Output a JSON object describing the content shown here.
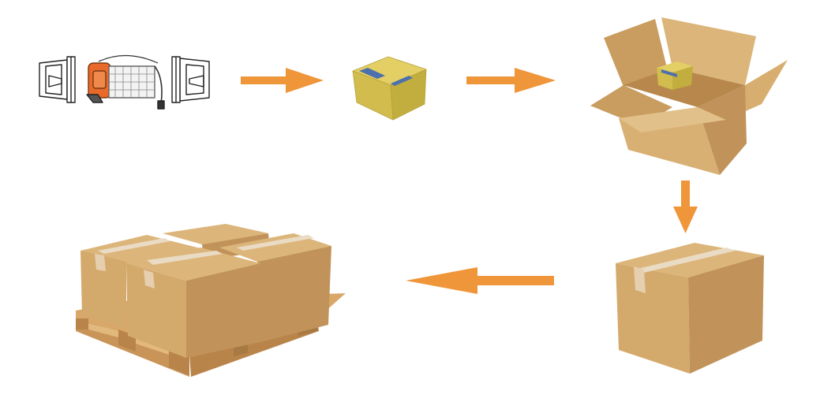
{
  "colors": {
    "background": "#ffffff",
    "arrow": "#f0963a",
    "cardboard_light": "#dcb57a",
    "cardboard_mid": "#c99c5f",
    "cardboard_dark": "#b7874c",
    "tape": "#eadbc4",
    "inner_box_top": "#e3cf63",
    "inner_box_side": "#cdb84a",
    "inner_box_band": "#4c6fae",
    "product_body": "#e8692a",
    "pallet": "#d9a869",
    "pallet_dark": "#b9844a",
    "line_art": "#222222"
  },
  "steps": [
    {
      "icon": "lamp-with-brackets-icon"
    },
    {
      "icon": "small-product-box-icon"
    },
    {
      "icon": "open-carton-icon"
    },
    {
      "icon": "sealed-carton-icon"
    },
    {
      "icon": "pallet-with-cartons-icon"
    }
  ],
  "arrows": [
    {
      "from": 0,
      "to": 1,
      "direction": "right"
    },
    {
      "from": 1,
      "to": 2,
      "direction": "right"
    },
    {
      "from": 2,
      "to": 3,
      "direction": "down"
    },
    {
      "from": 3,
      "to": 4,
      "direction": "left"
    }
  ]
}
